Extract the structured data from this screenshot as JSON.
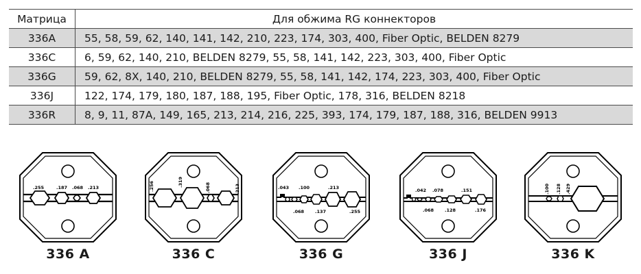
{
  "table": {
    "headers": [
      "Матрица",
      "Для обжима  RG коннекторов"
    ],
    "rows": [
      {
        "code": "336A",
        "desc": "55, 58, 59, 62, 140, 141, 142, 210, 223, 174, 303, 400,  Fiber Optic, BELDEN 8279"
      },
      {
        "code": "336C",
        "desc": "6, 59, 62, 140, 210, BELDEN 8279, 55, 58, 141, 142, 223, 303, 400, Fiber Optic"
      },
      {
        "code": "336G",
        "desc": "59, 62, 8X, 140, 210, BELDEN 8279, 55, 58, 141, 142, 174, 223, 303, 400, Fiber Optic"
      },
      {
        "code": "336J",
        "desc": "122, 174, 179, 180, 187, 188, 195, Fiber Optic, 178, 316, BELDEN 8218"
      },
      {
        "code": "336R",
        "desc": "8, 9, 11, 87A, 149, 165, 213, 214, 216, 225, 393, 174, 179, 187, 188, 316, BELDEN 9913"
      }
    ]
  },
  "dies": [
    {
      "name": "336 A",
      "labels": [
        ".255",
        ".187",
        ".068",
        ".213"
      ]
    },
    {
      "name": "336 C",
      "labels": [
        ".256",
        ".319",
        ".068",
        ".213"
      ]
    },
    {
      "name": "336 G",
      "labels": [
        ".043",
        ".100",
        ".213",
        ".068",
        ".137",
        ".255"
      ]
    },
    {
      "name": "336 J",
      "labels": [
        ".042",
        ".078",
        ".151",
        ".068",
        ".128",
        ".176"
      ]
    },
    {
      "name": "336 K",
      "labels": [
        ".100",
        ".128",
        ".429"
      ]
    }
  ]
}
